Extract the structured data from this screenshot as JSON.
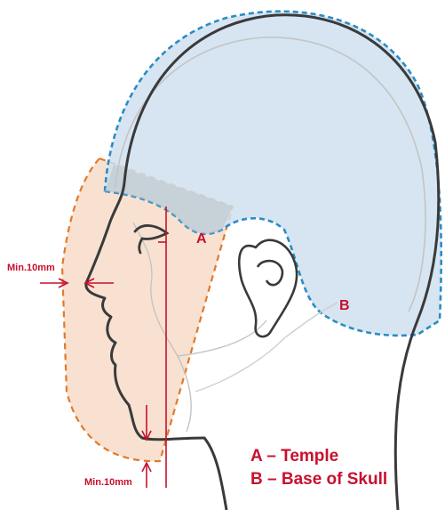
{
  "labels": {
    "region_a": "A",
    "region_b": "B",
    "front_measure": "Min.10mm",
    "chin_measure": "Min.10mm"
  },
  "legend": [
    "A – Temple",
    "B – Base of Skull"
  ],
  "colors": {
    "helmet_zone_fill": "#cfe0ee",
    "helmet_zone_outline": "#2b8cc4",
    "face_shield_fill": "#f7dcc8",
    "face_shield_outline": "#e07a2c",
    "head_outline": "#3a3a3a",
    "annotation_red": "#c8102e"
  }
}
